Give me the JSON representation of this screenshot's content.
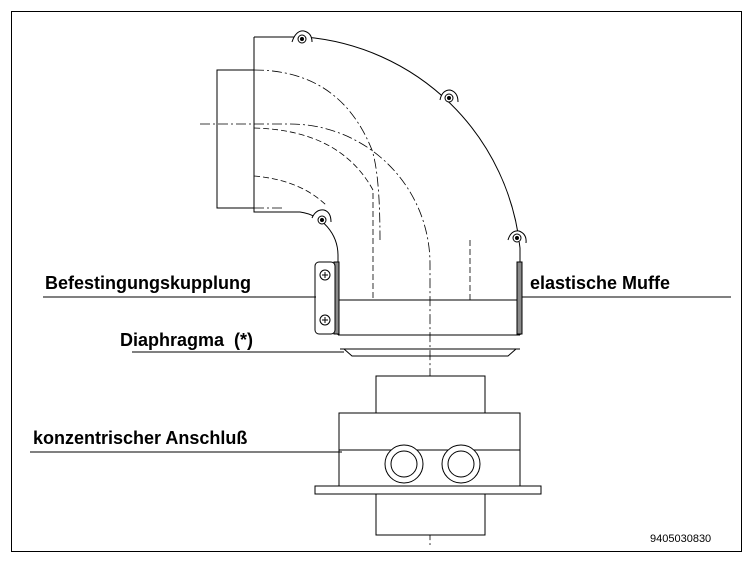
{
  "labels": {
    "coupling": "Befestingungskupplung",
    "sleeve": "elastische Muffe",
    "diaphragm": "Diaphragma  (*)",
    "connector": "konzentrischer Anschluß"
  },
  "drawing_number": "9405030830"
}
